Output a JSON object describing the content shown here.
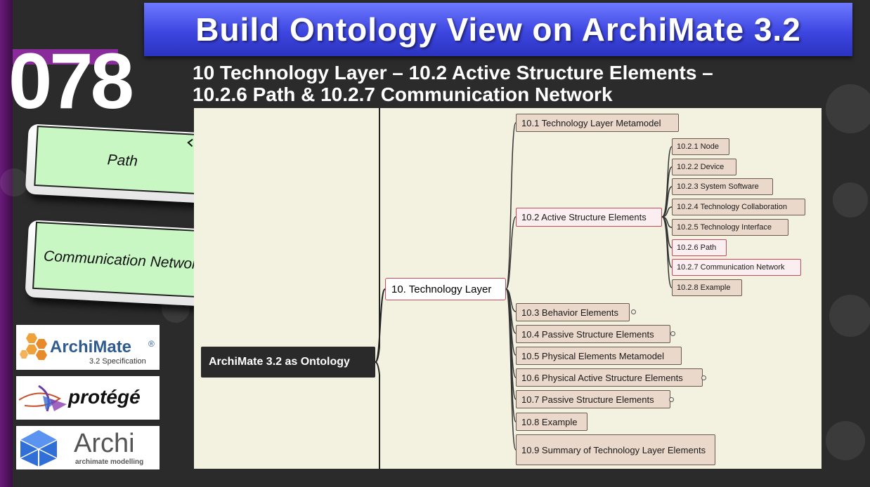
{
  "title": "Build Ontology View on ArchiMate 3.2",
  "episode": "078",
  "subtitle_line1": "10 Technology Layer – 10.2 Active Structure Elements –",
  "subtitle_line2": "10.2.6 Path & 10.2.7 Communication Network",
  "cards": {
    "path_label": "Path",
    "network_label": "Communication Network"
  },
  "logos": {
    "archimate_name": "ArchiMate",
    "archimate_reg": "®",
    "archimate_spec": "3.2 Specification",
    "protege": "protégé",
    "archi_name": "Archi",
    "archi_sub": "archimate modelling"
  },
  "mindmap": {
    "root": "ArchiMate 3.2 as Ontology",
    "main": "10. Technology Layer",
    "n101": "10.1 Technology Layer Metamodel",
    "n102": "10.2 Active Structure Elements",
    "sub": [
      "10.2.1 Node",
      "10.2.2 Device",
      "10.2.3 System Software",
      "10.2.4 Technology Collaboration",
      "10.2.5 Technology Interface",
      "10.2.6 Path",
      "10.2.7 Communication Network",
      "10.2.8 Example"
    ],
    "n103": "10.3 Behavior Elements",
    "n104": "10.4 Passive Structure Elements",
    "n105": "10.5 Physical Elements Metamodel",
    "n106": "10.6 Physical Active Structure Elements",
    "n107": "10.7 Passive Structure Elements",
    "n108": "10.8 Example",
    "n109": "10.9 Summary of Technology Layer Elements"
  },
  "colors": {
    "title_blue": "#3d46e0",
    "node_fill": "#ead8cb",
    "highlight_border": "#c74a5a",
    "card_green": "#c9f7c4"
  }
}
